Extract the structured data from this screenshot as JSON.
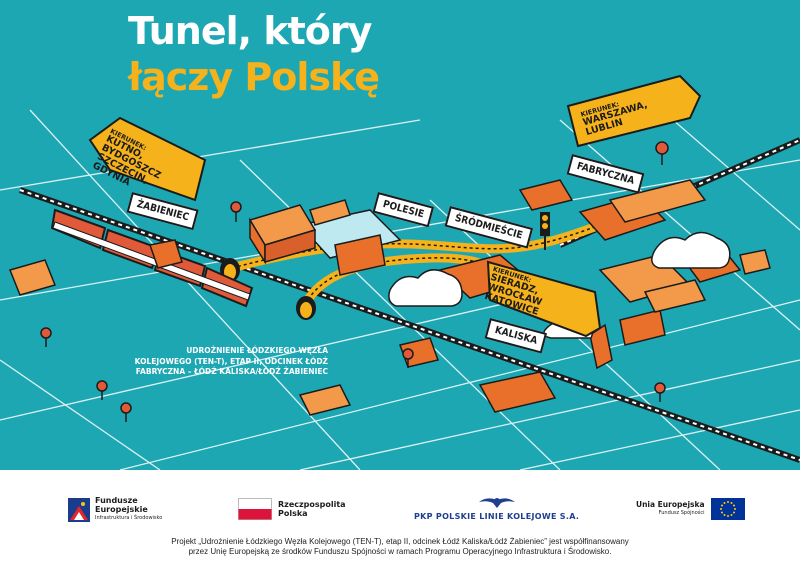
{
  "title": {
    "line1": "Tunel, który",
    "line2": "łączy Polskę"
  },
  "stations": {
    "zabieniec": "ŻABIENIEC",
    "polesie": "POLESIE",
    "srodmiescie": "ŚRÓDMIEŚCIE",
    "fabryczna": "FABRYCZNA",
    "kaliska": "KALISKA"
  },
  "directions": {
    "north_west": {
      "label": "KIERUNEK:",
      "line1": "KUTNO, BYDGOSZCZ",
      "line2": "SZCZECIN, GDYNIA"
    },
    "east": {
      "label": "KIERUNEK:",
      "line1": "WARSZAWA, LUBLIN"
    },
    "south": {
      "label": "KIERUNEK:",
      "line1": "SIERADZ, WROCŁAW",
      "line2": "KATOWICE"
    }
  },
  "caption": "UDROŻNIENIE ŁÓDZKIEGO WĘZŁA KOLEJOWEGO (TEN-T), ETAP II, ODCINEK ŁÓDŹ FABRYCZNA – ŁÓDŹ KALISKA/ŁÓDŹ ŻABIENIEC",
  "logos": {
    "fundusze": {
      "line1": "Fundusze",
      "line2": "Europejskie",
      "line3": "Infrastruktura i Środowisko"
    },
    "rp": {
      "line1": "Rzeczpospolita",
      "line2": "Polska"
    },
    "pkp": "PKP POLSKIE LINIE KOLEJOWE S.A.",
    "ue": {
      "line1": "Unia Europejska",
      "line2": "Fundusz Spójności"
    }
  },
  "footer_note": {
    "line1": "Projekt „Udrożnienie Łódzkiego Węzła Kolejowego (TEN-T), etap II, odcinek Łódź Kaliska/Łódź Żabieniec” jest współfinansowany",
    "line2": "przez Unię Europejską ze środków Funduszu Spójności w ramach Programu Operacyjnego Infrastruktura i Środowisko."
  },
  "colors": {
    "background": "#1da7b3",
    "accent": "#f6b21b",
    "building": "#e8702a"
  }
}
